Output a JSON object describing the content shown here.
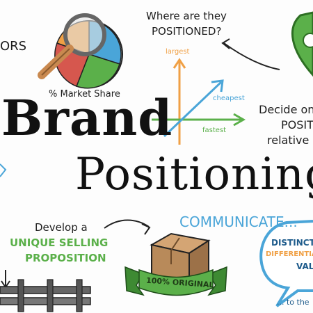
{
  "top_left": {
    "fragment": "ORS"
  },
  "market_share": {
    "label": "% Market Share"
  },
  "positioned_question": {
    "line1": "Where are they",
    "line2": "POSITIONED?"
  },
  "axes_sketch": {
    "up": "largest",
    "diag": "cheapest",
    "right": "fastest"
  },
  "decide": {
    "line1": "Decide on",
    "line2": "POSITI",
    "line3": "relative"
  },
  "title": {
    "line1": "Brand",
    "line2": "Positioning"
  },
  "develop": {
    "line1": "Develop a",
    "line2": "UNIQUE SELLING",
    "line3": "PROPOSITION"
  },
  "communicate": {
    "label": "COMMUNICATE..."
  },
  "box": {
    "ribbon": "100% ORIGINAL"
  },
  "bubble": {
    "line1": "DISTINCT",
    "line2": "DIFFERENTIAT",
    "line3": "VAL",
    "tail": "... to the"
  },
  "colors": {
    "orange": "#f0a045",
    "blue": "#4aa5d8",
    "green": "#5bb04a",
    "red": "#d6574e",
    "ink": "#1d1d1d",
    "box": "#b88a5a"
  }
}
